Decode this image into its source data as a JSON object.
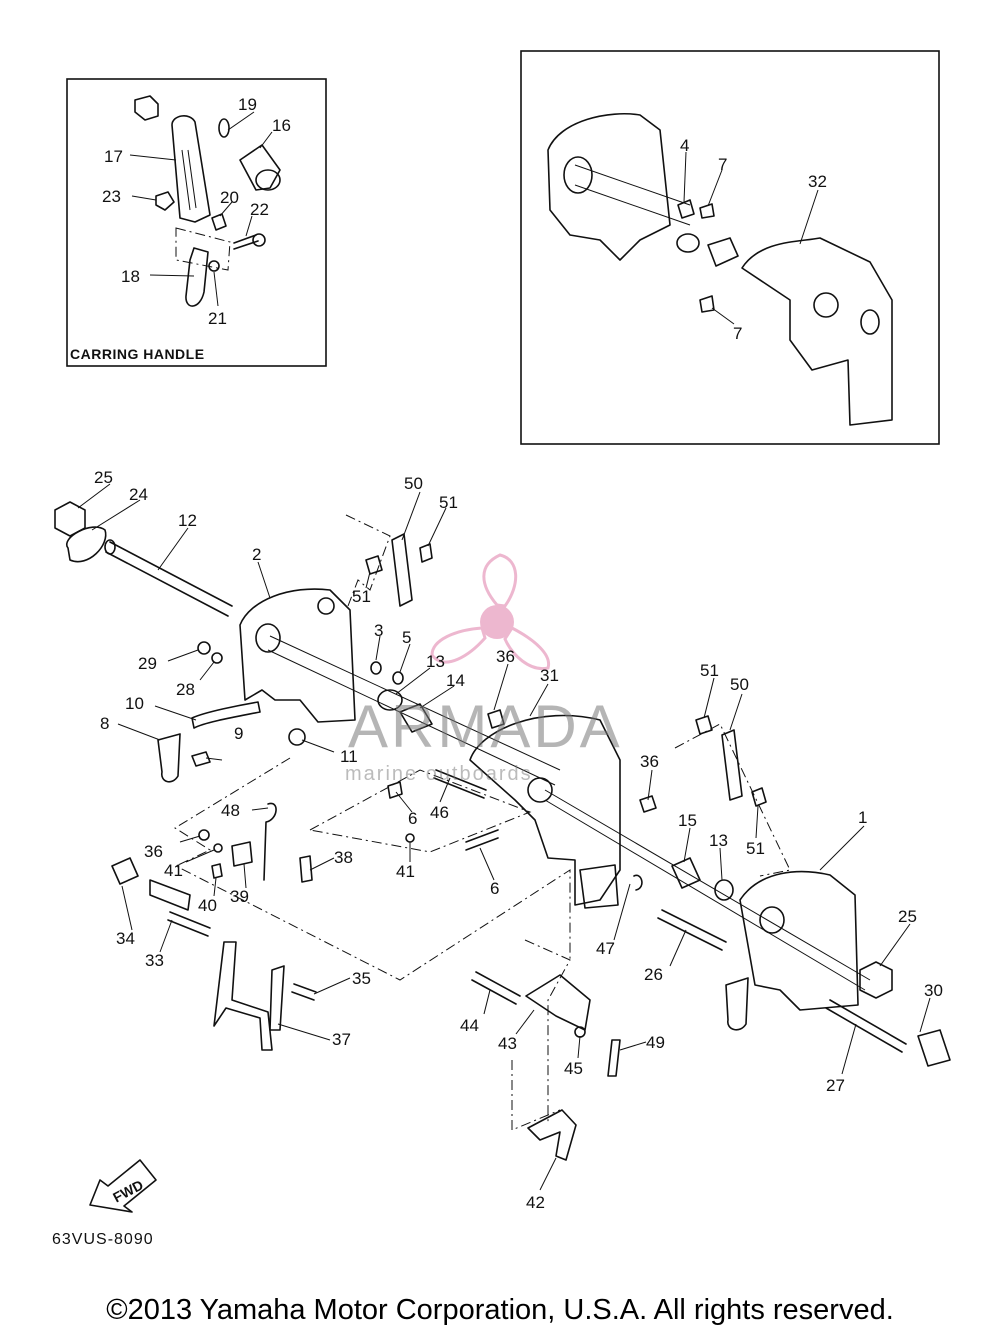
{
  "diagram": {
    "code": "63VUS-8090",
    "copyright": "©2013 Yamaha Motor Corporation, U.S.A. All rights reserved.",
    "direction_label": "FWD"
  },
  "insets": {
    "carrying_handle": {
      "label": "CARRING HANDLE"
    }
  },
  "watermark": {
    "name": "ARMADA",
    "tagline": "marine outboards",
    "logo_color": "#e8a0c0"
  },
  "callouts": {
    "c1": "1",
    "c2": "2",
    "c3": "3",
    "c4": "4",
    "c5": "5",
    "c6a": "6",
    "c6b": "6",
    "c7a": "7",
    "c7b": "7",
    "c8": "8",
    "c9": "9",
    "c10": "10",
    "c11": "11",
    "c12": "12",
    "c13a": "13",
    "c13b": "13",
    "c14": "14",
    "c15": "15",
    "c16": "16",
    "c17": "17",
    "c18": "18",
    "c19": "19",
    "c20": "20",
    "c21": "21",
    "c22": "22",
    "c23": "23",
    "c24": "24",
    "c25a": "25",
    "c25b": "25",
    "c26": "26",
    "c27": "27",
    "c28": "28",
    "c29": "29",
    "c30": "30",
    "c31": "31",
    "c32": "32",
    "c33": "33",
    "c34": "34",
    "c35": "35",
    "c36a": "36",
    "c36b": "36",
    "c36c": "36",
    "c37": "37",
    "c38": "38",
    "c39": "39",
    "c40": "40",
    "c41a": "41",
    "c41b": "41",
    "c42": "42",
    "c43": "43",
    "c44": "44",
    "c45": "45",
    "c46": "46",
    "c47": "47",
    "c48": "48",
    "c49": "49",
    "c50a": "50",
    "c50b": "50",
    "c51a": "51",
    "c51b": "51",
    "c51c": "51",
    "c51d": "51"
  }
}
